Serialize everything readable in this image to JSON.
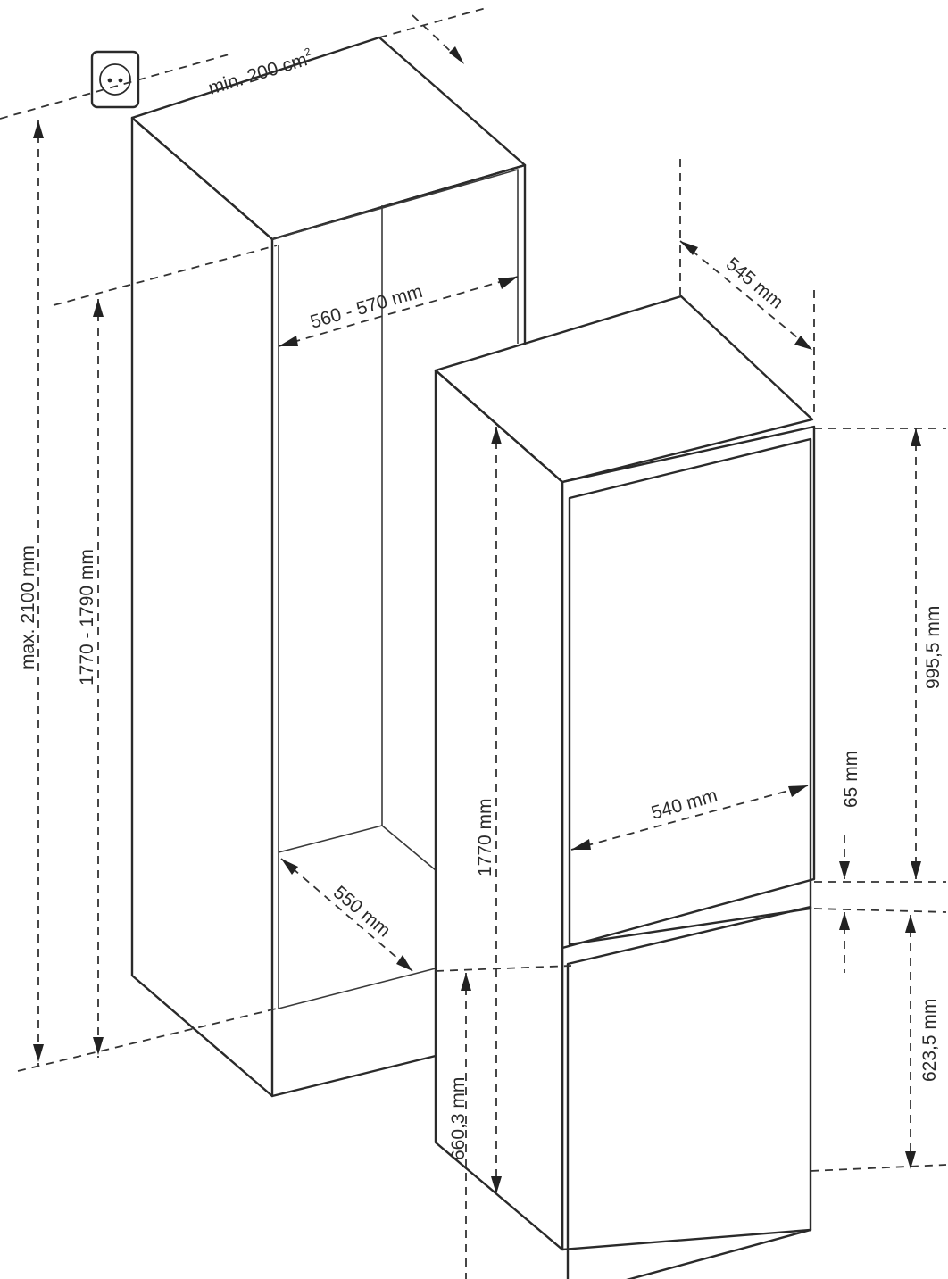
{
  "labels": {
    "vent": "min. 200 cm",
    "vent_sup": "2",
    "niche_width": "560 - 570 mm",
    "max_height": "max. 2100 mm",
    "niche_height": "1770 - 1790 mm",
    "niche_depth": "550 mm",
    "fridge_depth": "545 mm",
    "fridge_height": "1770 mm",
    "fridge_width": "540 mm",
    "upper_door": "995,5 mm",
    "gap": "65 mm",
    "lower_door": "623,5 mm",
    "lower_left": "660,3 mm"
  },
  "colors": {
    "line": "#2a2a2a",
    "background": "#ffffff"
  },
  "icons": {
    "socket": "power-socket-icon"
  }
}
